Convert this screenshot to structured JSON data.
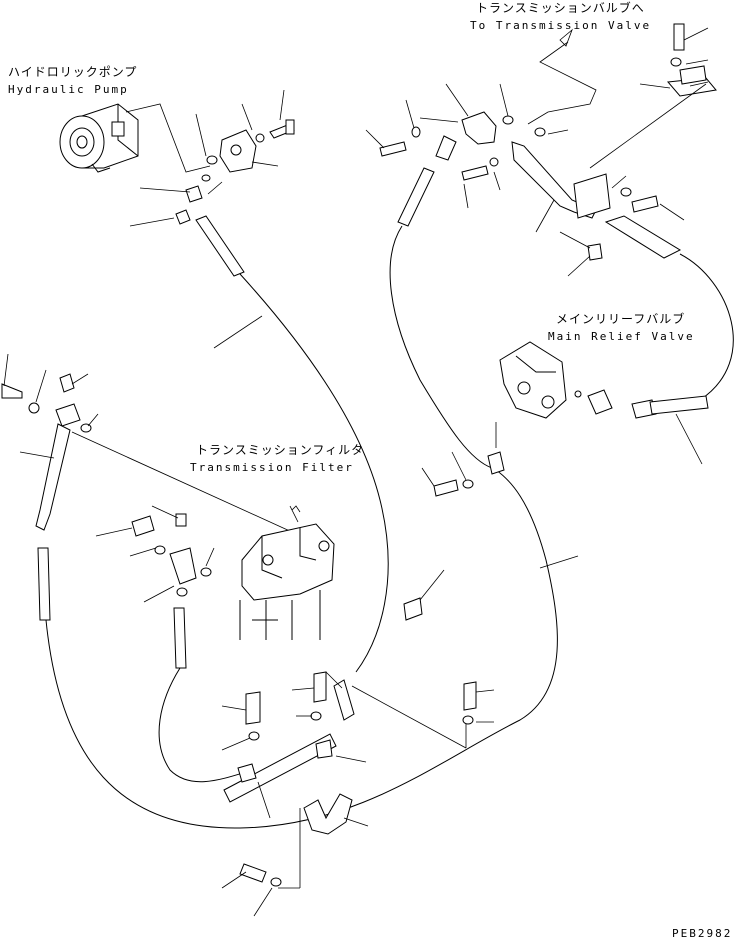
{
  "labels": {
    "hydraulic_pump": {
      "jp": "ハイドロリックポンプ",
      "en": "Hydraulic Pump"
    },
    "transmission_valve": {
      "jp": "トランスミッションバルブへ",
      "en": "To Transmission Valve"
    },
    "main_relief_valve": {
      "jp": "メインリリーフバルブ",
      "en": "Main Relief Valve"
    },
    "transmission_filter": {
      "jp": "トランスミッションフィルタ",
      "en": "Transmission Filter"
    }
  },
  "drawing_code": "PEB2982"
}
